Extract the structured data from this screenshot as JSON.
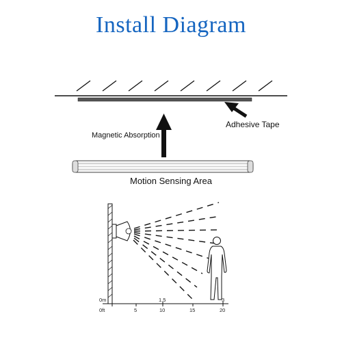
{
  "title": "Install Diagram",
  "labels": {
    "magnetic": "Magnetic Absorption",
    "tape": "Adhesive Tape",
    "sensing": "Motion Sensing Area"
  },
  "axis": {
    "meter_unit": "0m",
    "feet_unit": "0ft",
    "meter_ticks": [
      "1.5",
      "3"
    ],
    "feet_ticks": [
      "5",
      "10",
      "15",
      "20"
    ]
  },
  "colors": {
    "title": "#1565c0",
    "line": "#111111"
  }
}
